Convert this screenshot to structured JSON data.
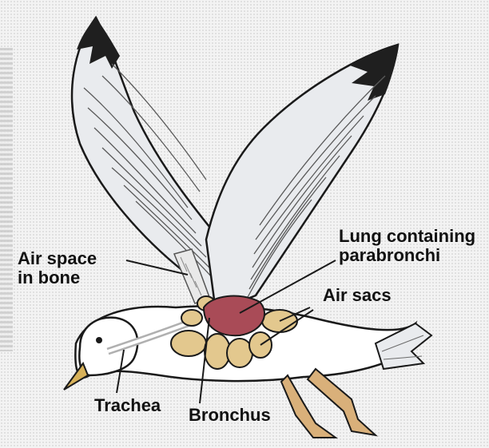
{
  "labels": {
    "air_space_line1": "Air space",
    "air_space_line2": "in bone",
    "lung_line1": "Lung containing",
    "lung_line2": "parabronchi",
    "air_sacs": "Air sacs",
    "trachea": "Trachea",
    "bronchus": "Bronchus"
  },
  "colors": {
    "outline": "#1a1a1a",
    "body_fill": "#ffffff",
    "wing_fill": "#e9ebee",
    "wing_tip": "#1f1f1f",
    "air_sac_fill": "#e3c88e",
    "lung_fill": "#a94b57",
    "leg_fill": "#d9b07a",
    "beak_fill": "#d8b25a"
  }
}
